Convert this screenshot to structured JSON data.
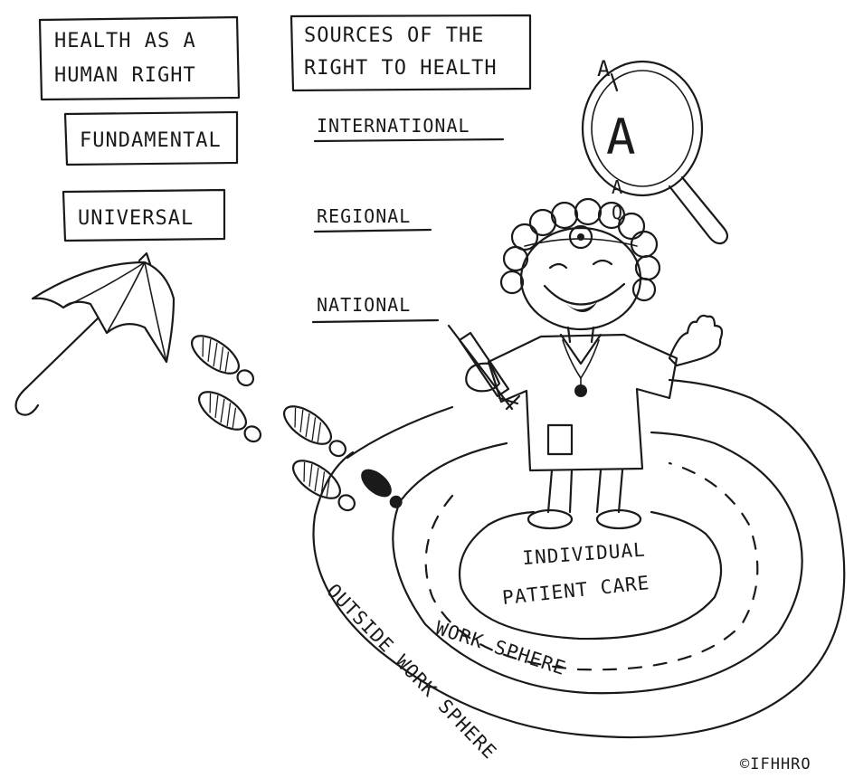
{
  "boxes": {
    "health_as_human_right": [
      "HEALTH AS A",
      "HUMAN RIGHT"
    ],
    "sources_of_right": [
      "SOURCES OF THE",
      "RIGHT TO HEALTH"
    ],
    "fundamental": "FUNDAMENTAL",
    "universal": "UNIVERSAL"
  },
  "sources": {
    "international": "INTERNATIONAL",
    "regional": "REGIONAL",
    "national": "NATIONAL"
  },
  "magnifier_letters": {
    "top": "A",
    "big": "A",
    "below": "A",
    "bottom": "Q"
  },
  "rings": {
    "inner": [
      "INDIVIDUAL",
      "PATIENT CARE"
    ],
    "middle": "WORK SPHERE",
    "outer": "OUTSIDE WORK SPHERE"
  },
  "credit": "©IFHHRO"
}
